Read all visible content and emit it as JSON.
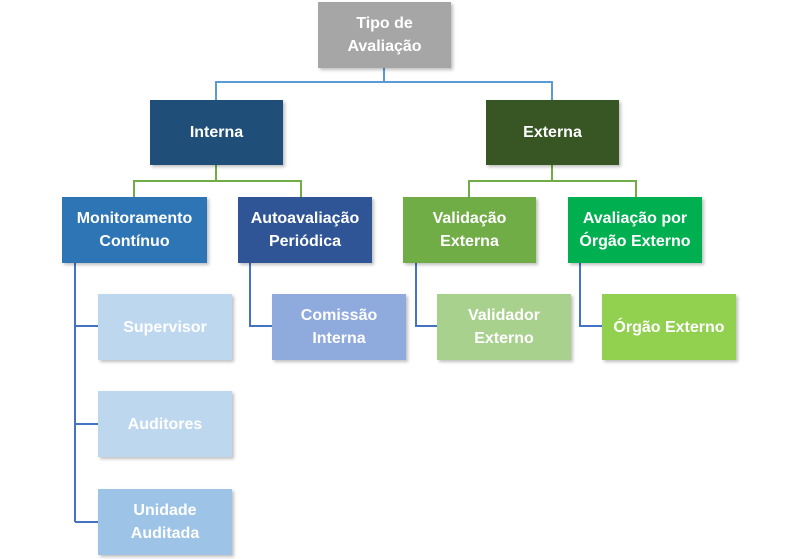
{
  "title": "Tipo de\nAvaliação",
  "branches": {
    "internal": {
      "label": "Interna",
      "children": {
        "monitoring": {
          "label": "Monitoramento\nContínuo",
          "items": [
            "Supervisor",
            "Auditores",
            "Unidade\nAuditada"
          ]
        },
        "self_assessment": {
          "label": "Autoavaliação\nPeriódica",
          "items": [
            "Comissão\nInterna"
          ]
        }
      }
    },
    "external": {
      "label": "Externa",
      "children": {
        "validation": {
          "label": "Validação\nExterna",
          "items": [
            "Validador\nExterno"
          ]
        },
        "external_body": {
          "label": "Avaliação por\nÓrgão Externo",
          "items": [
            "Órgão Externo"
          ]
        }
      }
    }
  },
  "colors": {
    "root": "#a6a6a6",
    "internal": "#1f4e79",
    "external": "#375623",
    "monitoring": "#2e75b6",
    "self_assessment": "#2f5597",
    "validation": "#70ad47",
    "external_body": "#00b050",
    "supervisor": "#bdd7ee",
    "auditors": "#bdd7ee",
    "audited_unit": "#9dc3e6",
    "commission": "#8faadc",
    "validator": "#a9d18e",
    "external_organ": "#92d050",
    "line_blue": "#5b9bd5",
    "line_green": "#70ad47",
    "line_dark_blue": "#4472c4"
  }
}
